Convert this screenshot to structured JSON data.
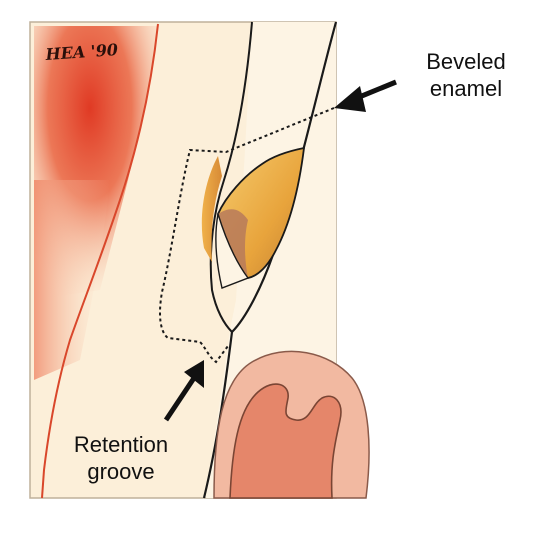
{
  "signature": "HEA '90",
  "labels": {
    "beveled_line1": "Beveled",
    "beveled_line2": "enamel",
    "retention_line1": "Retention",
    "retention_line2": "groove"
  },
  "colors": {
    "background": "#ffffff",
    "panel": "#fcefd9",
    "pulp_red": "#e0452a",
    "gum": "#f2b9a1",
    "gum_inner": "#e5866a",
    "enamel": "#fdf4e4",
    "restoration_gold": "#eaa83f",
    "line": "#1a1a1a"
  }
}
